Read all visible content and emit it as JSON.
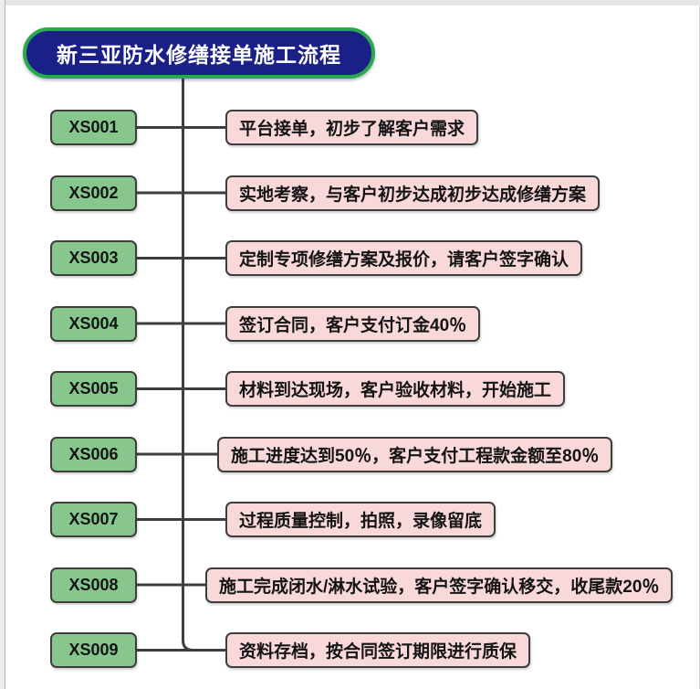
{
  "title": {
    "text": "新三亚防水修缮接单施工流程",
    "fill_color": "#1b2088",
    "border_color": "#2ba74e",
    "text_color": "#ffffff"
  },
  "colors": {
    "code_box_fill": "#87c78d",
    "desc_box_fill": "#f9d8da",
    "box_border": "#3e3e3e",
    "connector": "#3e3e3e",
    "background": "#ffffff"
  },
  "steps": [
    {
      "code": "XS001",
      "desc": "平台接单，初步了解客户需求"
    },
    {
      "code": "XS002",
      "desc": "实地考察，与客户初步达成初步达成修缮方案"
    },
    {
      "code": "XS003",
      "desc": "定制专项修缮方案及报价，请客户签字确认"
    },
    {
      "code": "XS004",
      "desc": "签订合同，客户支付订金40％"
    },
    {
      "code": "XS005",
      "desc": "材料到达现场，客户验收材料，开始施工"
    },
    {
      "code": "XS006",
      "desc": "施工进度达到50％，客户支付工程款金额至80％"
    },
    {
      "code": "XS007",
      "desc": "过程质量控制，拍照，录像留底"
    },
    {
      "code": "XS008",
      "desc": "施工完成闭水/淋水试验，客户签字确认移交，收尾款20％"
    },
    {
      "code": "XS009",
      "desc": "资料存档，按合同签订期限进行质保"
    }
  ]
}
